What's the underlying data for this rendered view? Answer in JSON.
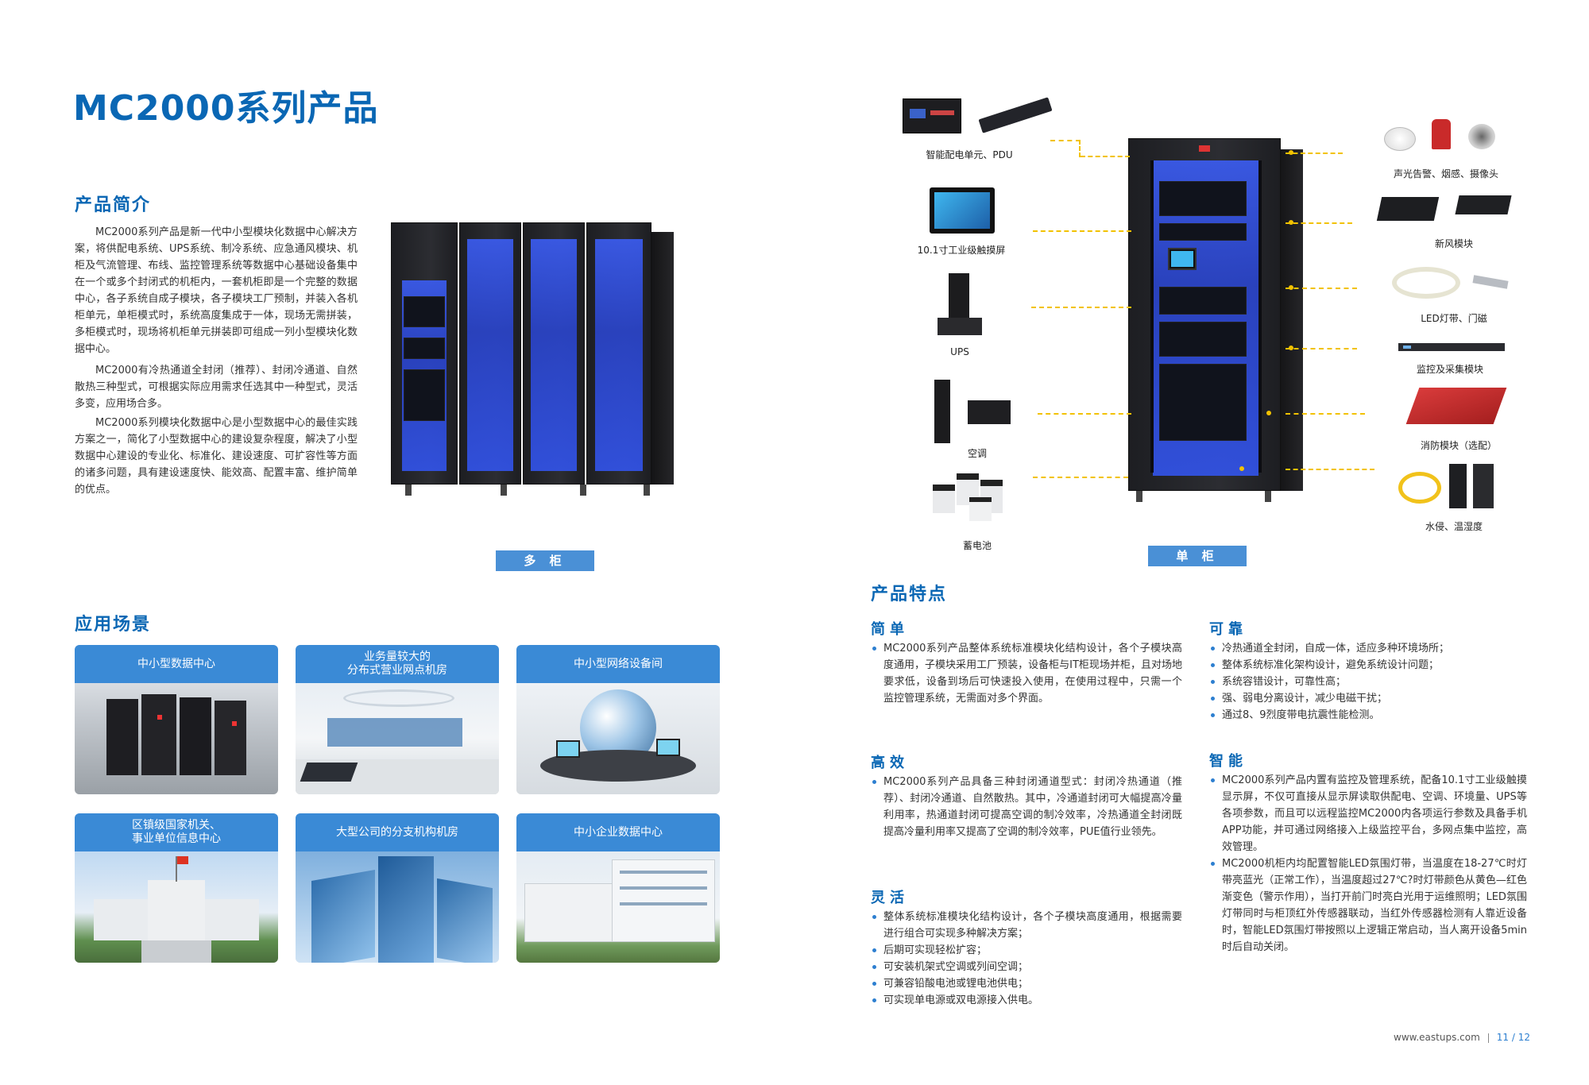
{
  "title": "MC2000系列产品",
  "intro": {
    "heading": "产品简介",
    "paragraphs": [
      "MC2000系列产品是新一代中小型模块化数据中心解决方案，将供配电系统、UPS系统、制冷系统、应急通风模块、机柜及气流管理、布线、监控管理系统等数据中心基础设备集中在一个或多个封闭式的机柜内，一套机柜即是一个完整的数据中心，各子系统自成子模块，各子模块工厂预制，并装入各机柜单元，单柜模式时，系统高度集成于一体，现场无需拼装，多柜模式时，现场将机柜单元拼装即可组成一列小型模块化数据中心。",
      "MC2000有冷热通道全封闭（推荐）、封闭冷通道、自然散热三种型式，可根据实际应用需求任选其中一种型式，灵活多变，应用场合多。",
      "MC2000系列模块化数据中心是小型数据中心的最佳实践方案之一，简化了小型数据中心的建设复杂程度，解决了小型数据中心建设的专业化、标准化、建设速度、可扩容性等方面的诸多问题，具有建设速度快、能效高、配置丰富、维护简单的优点。"
    ]
  },
  "multi_label": "多 柜",
  "single_label": "单 柜",
  "scenes": {
    "heading": "应用场景",
    "cards": [
      {
        "caption": "中小型数据中心"
      },
      {
        "caption": "业务量较大的\n分布式营业网点机房"
      },
      {
        "caption": "中小型网络设备间"
      },
      {
        "caption": "区镇级国家机关、\n事业单位信息中心"
      },
      {
        "caption": "大型公司的分支机构机房"
      },
      {
        "caption": "中小企业数据中心"
      }
    ]
  },
  "components": {
    "left": [
      {
        "label": "智能配电单元、PDU",
        "icon": "pdu-icon"
      },
      {
        "label": "10.1寸工业级触摸屏",
        "icon": "touchscreen-icon"
      },
      {
        "label": "UPS",
        "icon": "ups-icon"
      },
      {
        "label": "空调",
        "icon": "air-conditioner-icon"
      },
      {
        "label": "蓄电池",
        "icon": "battery-icon"
      }
    ],
    "right": [
      {
        "label": "声光告警、烟感、摄像头",
        "icon": "alarm-icon"
      },
      {
        "label": "新风模块",
        "icon": "fresh-air-icon"
      },
      {
        "label": "LED灯带、门磁",
        "icon": "led-strip-icon"
      },
      {
        "label": "监控及采集模块",
        "icon": "monitor-module-icon"
      },
      {
        "label": "消防模块（选配）",
        "icon": "fire-module-icon"
      },
      {
        "label": "水侵、温湿度",
        "icon": "water-sensor-icon"
      }
    ]
  },
  "features": {
    "heading": "产品特点",
    "simple": {
      "title": "简单",
      "items": [
        "MC2000系列产品整体系统标准模块化结构设计，各个子模块高度通用，子模块采用工厂预装，设备柜与IT柜现场并柜，且对场地要求低，设备到场后可快速投入使用，在使用过程中，只需一个监控管理系统，无需面对多个界面。"
      ]
    },
    "efficient": {
      "title": "高效",
      "items": [
        "MC2000系列产品具备三种封闭通道型式：封闭冷热通道（推荐）、封闭冷通道、自然散热。其中，冷通道封闭可大幅提高冷量利用率，热通道封闭可提高空调的制冷效率，冷热通道全封闭既提高冷量利用率又提高了空调的制冷效率，PUE值行业领先。"
      ]
    },
    "flexible": {
      "title": "灵活",
      "items": [
        "整体系统标准模块化结构设计，各个子模块高度通用，根据需要进行组合可实现多种解决方案；",
        "后期可实现轻松扩容；",
        "可安装机架式空调或列间空调；",
        "可兼容铅酸电池或锂电池供电；",
        "可实现单电源或双电源接入供电。"
      ]
    },
    "reliable": {
      "title": "可靠",
      "items": [
        "冷热通道全封闭，自成一体，适应多种环境场所；",
        "整体系统标准化架构设计，避免系统设计问题；",
        "系统容错设计，可靠性高；",
        "强、弱电分离设计，减少电磁干扰；",
        "通过8、9烈度带电抗震性能检测。"
      ]
    },
    "smart": {
      "title": "智能",
      "items": [
        "MC2000系列产品内置有监控及管理系统，配备10.1寸工业级触摸显示屏，不仅可直接从显示屏读取供配电、空调、环境量、UPS等各项参数，而且可以远程监控MC2000内各项运行参数及具备手机APP功能，并可通过网络接入上级监控平台，多网点集中监控，高效管理。",
        "MC2000机柜内均配置智能LED氛围灯带，当温度在18-27℃时灯带亮蓝光（正常工作），当温度超过27℃?时灯带颜色从黄色—红色渐变色（警示作用），当打开前门时亮白光用于运维照明；LED氛围灯带同时与柜顶红外传感器联动，当红外传感器检测有人靠近设备时，智能LED氛围灯带按照以上逻辑正常启动，当人离开设备5min时后自动关闭。"
      ]
    }
  },
  "footer": {
    "website": "www.eastups.com",
    "pages": "11 / 12"
  },
  "colors": {
    "brand_blue": "#0a67b4",
    "label_blue": "#4a90d6",
    "card_blue": "#3a8ad6",
    "connector_yellow": "#f2c200"
  }
}
